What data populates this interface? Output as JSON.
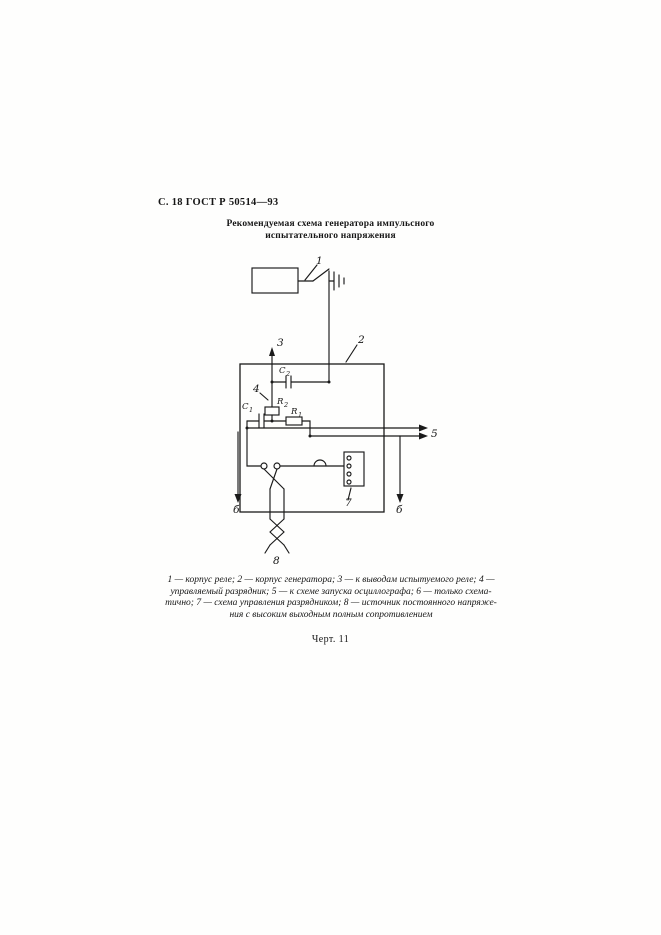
{
  "header": {
    "text": "С. 18 ГОСТ Р 50514—93"
  },
  "title": {
    "line1": "Рекомендуемая схема генератора импульсного",
    "line2": "испытательного напряжения"
  },
  "diagram": {
    "labels": {
      "n1": "1",
      "n2": "2",
      "n3": "3",
      "n4": "4",
      "n5": "5",
      "n6_left": "б",
      "n6_right": "б",
      "n7": "7",
      "n8": "8",
      "c1_base": "C",
      "c1_sub": "1",
      "c2_base": "C",
      "c2_sub": "2",
      "r1_base": "R",
      "r1_sub": "1",
      "r2_base": "R",
      "r2_sub": "2"
    }
  },
  "caption": {
    "lines": [
      "1 — корпус реле; 2 — корпус генератора; 3 — к выводам испытуемого реле; 4 —",
      "управляемый разрядник; 5 — к схеме запуска осциллографа; 6 — только схема-",
      "тично; 7 — схема управления разрядником; 8 — источник постоянного напряже-",
      "ния с высоким выходным полным сопротивлением"
    ]
  },
  "figure": {
    "label": "Черт. 11"
  }
}
